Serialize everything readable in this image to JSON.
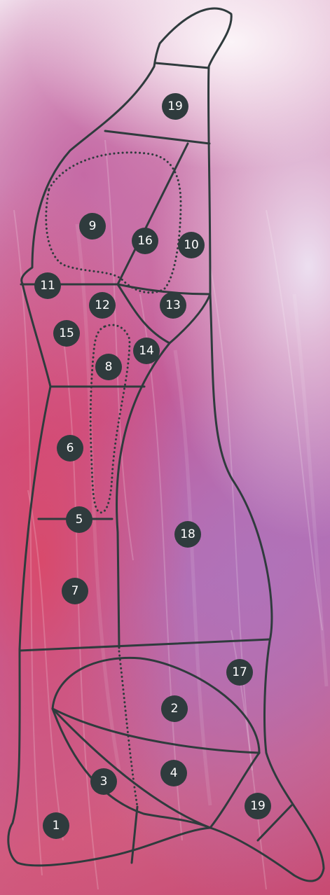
{
  "diagram": {
    "colors": {
      "line": "#2f3b3d",
      "badge_fill": "#2f3b3d",
      "badge_text": "#ffffff"
    },
    "regions": [
      {
        "id": "region-19-top",
        "label": "19"
      },
      {
        "id": "region-9",
        "label": "9"
      },
      {
        "id": "region-16",
        "label": "16"
      },
      {
        "id": "region-10",
        "label": "10"
      },
      {
        "id": "region-11",
        "label": "11"
      },
      {
        "id": "region-12",
        "label": "12"
      },
      {
        "id": "region-13",
        "label": "13"
      },
      {
        "id": "region-15",
        "label": "15"
      },
      {
        "id": "region-14",
        "label": "14"
      },
      {
        "id": "region-8",
        "label": "8"
      },
      {
        "id": "region-6",
        "label": "6"
      },
      {
        "id": "region-5",
        "label": "5"
      },
      {
        "id": "region-18",
        "label": "18"
      },
      {
        "id": "region-7",
        "label": "7"
      },
      {
        "id": "region-17",
        "label": "17"
      },
      {
        "id": "region-2",
        "label": "2"
      },
      {
        "id": "region-4",
        "label": "4"
      },
      {
        "id": "region-3",
        "label": "3"
      },
      {
        "id": "region-19-bottom",
        "label": "19"
      },
      {
        "id": "region-1",
        "label": "1"
      }
    ]
  }
}
